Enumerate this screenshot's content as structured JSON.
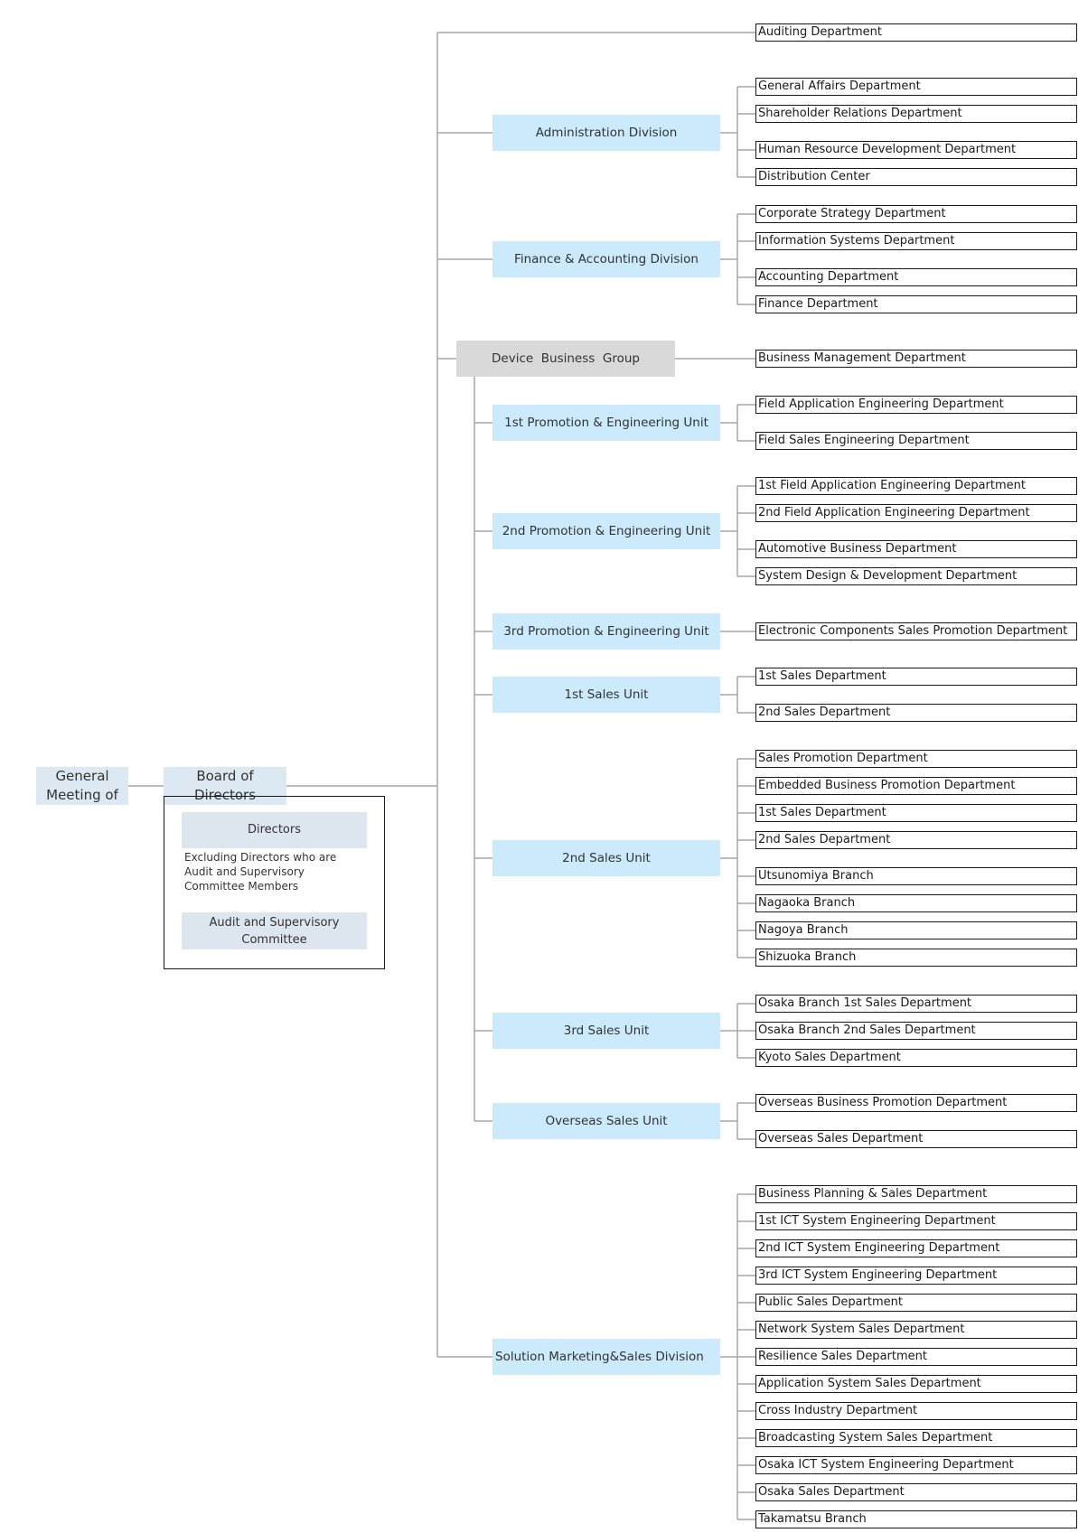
{
  "top": {
    "general_meeting": "General\nMeeting of",
    "board": "Board of\nDirectors",
    "directors": "Directors",
    "directors_note": "Excluding Directors who are Audit and Supervisory Committee Members",
    "audit_committee": "Audit and Supervisory\nCommittee"
  },
  "units": {
    "administration": "Administration Division",
    "finance": "Finance & Accounting Division",
    "device_group": "Device  Business  Group",
    "promo1": "1st Promotion & Engineering Unit",
    "promo2": "2nd Promotion & Engineering Unit",
    "promo3": "3rd Promotion & Engineering Unit",
    "sales1": "1st Sales Unit",
    "sales2": "2nd Sales Unit",
    "sales3": "3rd Sales Unit",
    "overseas": "Overseas  Sales Unit",
    "solution": "Solution Marketing&Sales Division"
  },
  "departments": {
    "auditing": "Auditing Department",
    "administration": [
      "General Affairs Department",
      "Shareholder Relations Department",
      "Human Resource Development Department",
      "Distribution Center"
    ],
    "finance": [
      "Corporate Strategy Department",
      "Information Systems Department",
      "Accounting Department",
      "Finance Department"
    ],
    "device_group": [
      "Business Management Department"
    ],
    "promo1": [
      "Field Application Engineering Department",
      "Field Sales Engineering Department"
    ],
    "promo2": [
      "1st Field Application Engineering Department",
      "2nd Field Application Engineering Department",
      "Automotive Business Department",
      "System Design & Development Department"
    ],
    "promo3": [
      "Electronic Components Sales Promotion Department"
    ],
    "sales1": [
      "1st Sales Department",
      "2nd Sales Department"
    ],
    "sales2": [
      "Sales Promotion Department",
      "Embedded Business Promotion Department",
      "1st Sales Department",
      "2nd Sales Department",
      "Utsunomiya Branch",
      "Nagaoka Branch",
      "Nagoya Branch",
      "Shizuoka Branch"
    ],
    "sales3": [
      "Osaka Branch 1st Sales Department",
      "Osaka Branch 2nd Sales Department",
      "Kyoto Sales Department"
    ],
    "overseas": [
      "Overseas Business Promotion Department",
      "Overseas Sales Department"
    ],
    "solution": [
      "Business Planning & Sales Department",
      "1st ICT System Engineering Department",
      "2nd ICT System Engineering Department",
      "3rd ICT System Engineering Department",
      "Public Sales Department",
      "Network System Sales Department",
      "Resilience Sales Department",
      "Application System Sales Department",
      "Cross Industry Department",
      "Broadcasting System Sales Department",
      "Osaka ICT System Engineering Department",
      "Osaka Sales Department",
      "Takamatsu Branch"
    ]
  },
  "colors": {
    "unit_fill": "#cbeafb",
    "group_fill": "#d9d9d9",
    "top_fill": "#dce9f2",
    "line": "#a6a6a6",
    "dept_border": "#1a1a1a"
  }
}
